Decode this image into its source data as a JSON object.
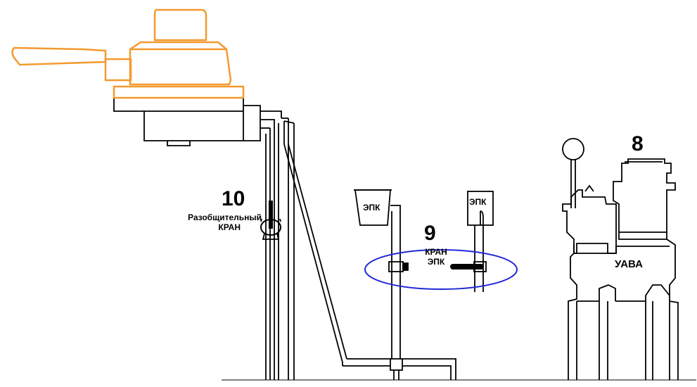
{
  "colors": {
    "driver_valve": "#f39a2f",
    "line": "#000000",
    "highlight": "#1f2ad6"
  },
  "labels": {
    "n10": "10",
    "disconnect_line1": "Разобщительный",
    "disconnect_line2": "КРАН",
    "epk_left": "ЭПК",
    "epk_right": "ЭПК",
    "n9": "9",
    "kran_epk_line1": "КРАН",
    "kran_epk_line2": "ЭПК",
    "n8": "8",
    "uava": "УАВА"
  }
}
